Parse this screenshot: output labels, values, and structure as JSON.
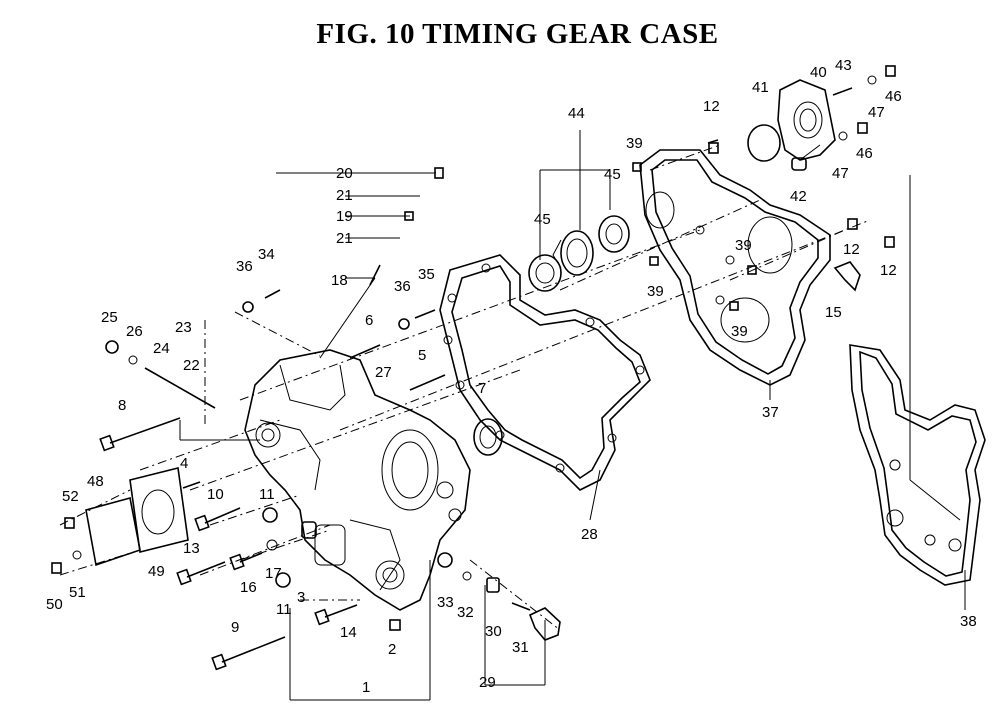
{
  "title": "FIG. 10  TIMING GEAR CASE",
  "callouts": {
    "c1": "1",
    "c2": "2",
    "c3": "3",
    "c4": "4",
    "c5": "5",
    "c6": "6",
    "c7": "7",
    "c8": "8",
    "c9": "9",
    "c10": "10",
    "c11a": "11",
    "c11b": "11",
    "c12a": "12",
    "c12b": "12",
    "c12c": "12",
    "c13": "13",
    "c14": "14",
    "c15": "15",
    "c16": "16",
    "c17": "17",
    "c18": "18",
    "c19": "19",
    "c20": "20",
    "c21a": "21",
    "c21b": "21",
    "c22": "22",
    "c23": "23",
    "c24": "24",
    "c25": "25",
    "c26": "26",
    "c27": "27",
    "c28": "28",
    "c29": "29",
    "c30": "30",
    "c31": "31",
    "c32": "32",
    "c33": "33",
    "c34": "34",
    "c35": "35",
    "c36a": "36",
    "c36b": "36",
    "c37": "37",
    "c38": "38",
    "c39a": "39",
    "c39b": "39",
    "c39c": "39",
    "c39d": "39",
    "c40": "40",
    "c41": "41",
    "c42": "42",
    "c43": "43",
    "c44": "44",
    "c45a": "45",
    "c45b": "45",
    "c46a": "46",
    "c46b": "46",
    "c47a": "47",
    "c47b": "47",
    "c48": "48",
    "c49": "49",
    "c50": "50",
    "c51": "51",
    "c52": "52"
  }
}
